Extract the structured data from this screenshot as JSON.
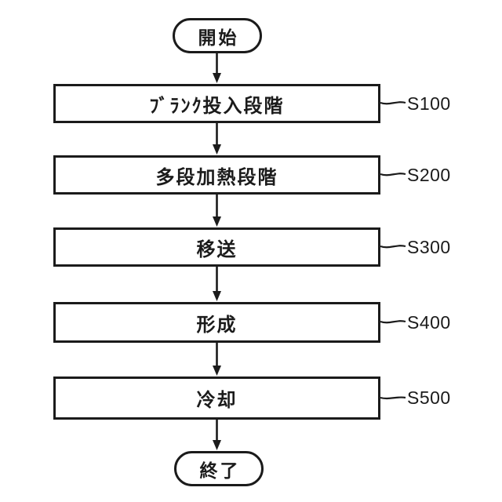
{
  "figure": {
    "type": "flowchart",
    "background_color": "#ffffff",
    "line_color": "#1b1b1b",
    "start": {
      "label": "開始"
    },
    "end": {
      "label": "終了"
    },
    "steps": [
      {
        "label": "ﾌﾞﾗﾝｸ投入段階",
        "ref": "S100"
      },
      {
        "label": "多段加熱段階",
        "ref": "S200"
      },
      {
        "label": "移送",
        "ref": "S300"
      },
      {
        "label": "形成",
        "ref": "S400"
      },
      {
        "label": "冷却",
        "ref": "S500"
      }
    ]
  }
}
